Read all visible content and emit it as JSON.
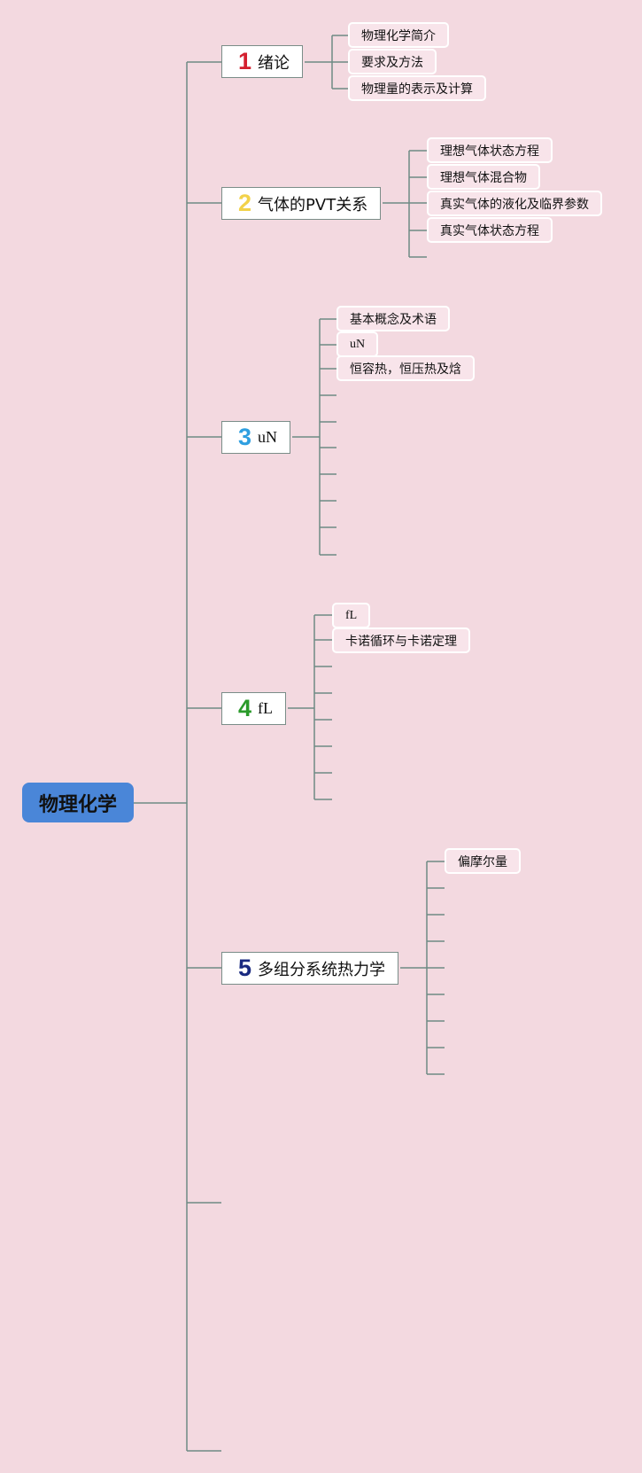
{
  "root": {
    "label": "物理化学"
  },
  "colors": {
    "background": "#f3d9e0",
    "root_fill": "#4a86d8",
    "line": "#6e8a84",
    "num1": "#d4202f",
    "num2": "#f2d24a",
    "num3": "#2f9fe0",
    "num4": "#2a9a2a",
    "num5": "#1a2a80"
  },
  "topics": [
    {
      "num": "1",
      "label": "绪论",
      "children": [
        "物理化学简介",
        "要求及方法",
        "物理量的表示及计算"
      ]
    },
    {
      "num": "2",
      "label": "气体的PVT关系",
      "children": [
        "理想气体状态方程",
        "理想气体混合物",
        "真实气体的液化及临界参数",
        "真实气体状态方程"
      ]
    },
    {
      "num": "3",
      "label": "uN",
      "children": [
        "基本概念及术语",
        "uN",
        "恒容热，恒压热及焓"
      ]
    },
    {
      "num": "4",
      "label": "fL",
      "children": [
        "fL",
        "卡诺循环与卡诺定理"
      ]
    },
    {
      "num": "5",
      "label": "多组分系统热力学",
      "children": [
        "偏摩尔量"
      ]
    }
  ]
}
